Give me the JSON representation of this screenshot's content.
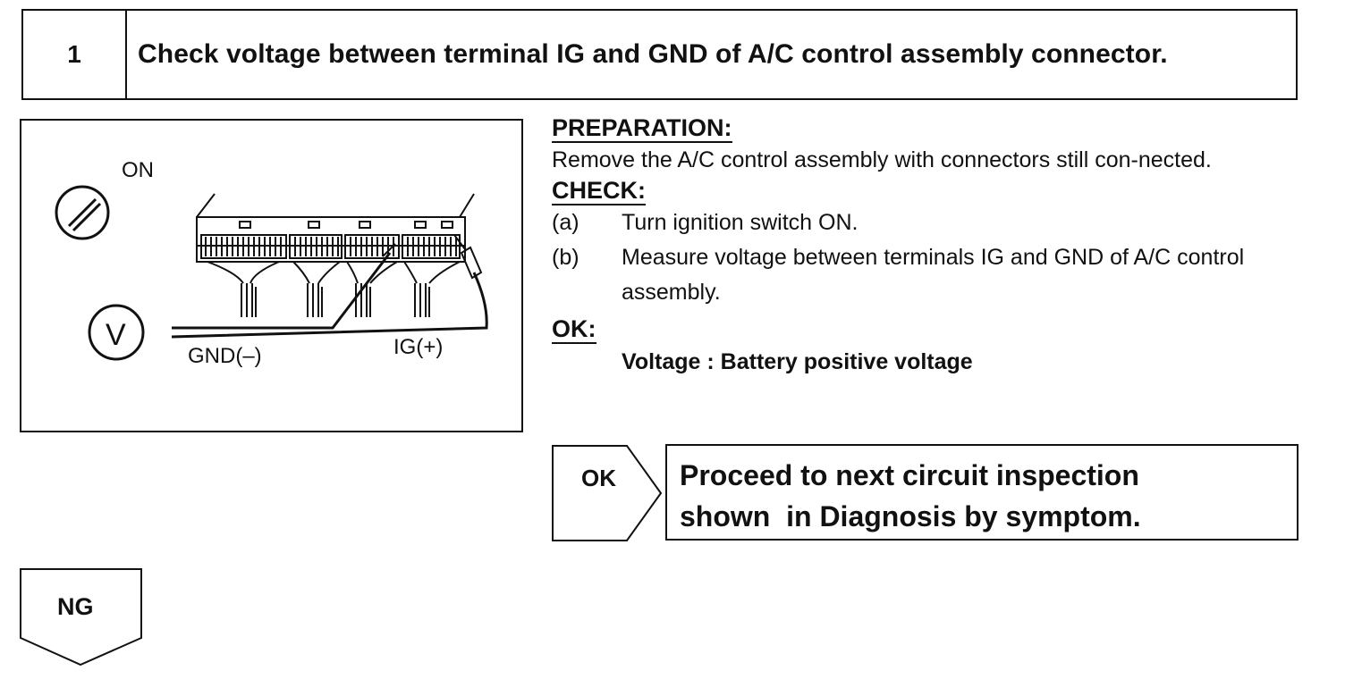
{
  "step": {
    "number": "1",
    "title": "Check voltage between terminal IG and GND of A/C control assembly connector."
  },
  "diagram": {
    "ignition_label": "ON",
    "voltmeter_symbol": "V",
    "gnd_label": "GND(–)",
    "ig_label": "IG(+)"
  },
  "preparation": {
    "heading": "PREPARATION:",
    "text": "Remove the A/C control assembly with connectors still con-nected."
  },
  "check": {
    "heading": "CHECK:",
    "items": [
      {
        "letter": "(a)",
        "text": "Turn ignition switch ON."
      },
      {
        "letter": "(b)",
        "text": "Measure voltage between terminals IG and GND of A/C control assembly."
      }
    ]
  },
  "ok_spec": {
    "heading": "OK:",
    "spec": "Voltage : Battery positive voltage"
  },
  "ok_result": {
    "tag": "OK",
    "line1": "Proceed to next circuit inspection",
    "line2": "shown  in Diagnosis by symptom."
  },
  "ng_result": {
    "tag": "NG"
  }
}
